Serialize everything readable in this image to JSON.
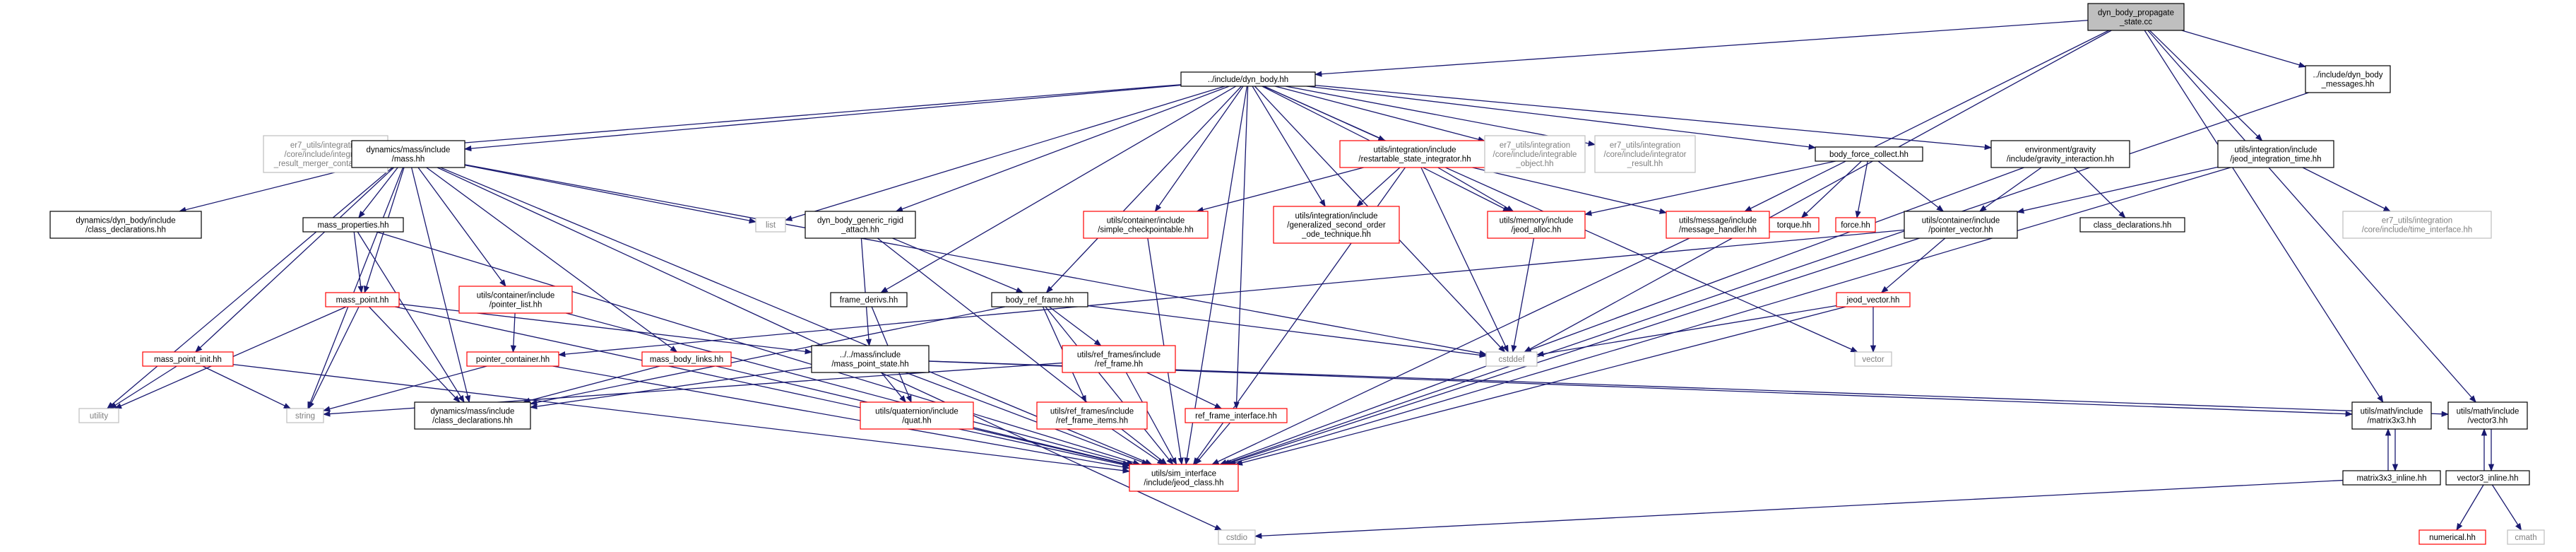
{
  "diagram": {
    "colors": {
      "edge": "#191970",
      "root_fill": "#bfbfbf",
      "normal_border": "#000000",
      "warning_border": "#ff0000",
      "external_border": "#bfbfbf",
      "external_text": "#7f7f7f"
    },
    "nodes": [
      {
        "id": "root",
        "lines": [
          "dyn_body_propagate",
          "_state.cc"
        ],
        "style": "root"
      },
      {
        "id": "dynbody",
        "lines": [
          "../include/dyn_body.hh"
        ],
        "style": "normal"
      },
      {
        "id": "dynbodymsg",
        "lines": [
          "../include/dyn_body",
          "_messages.hh"
        ],
        "style": "normal"
      },
      {
        "id": "er7merger",
        "lines": [
          "er7_utils/integration",
          "/core/include/integrator",
          "_result_merger_container.hh"
        ],
        "style": "external"
      },
      {
        "id": "mass",
        "lines": [
          "dynamics/mass/include",
          "/mass.hh"
        ],
        "style": "normal"
      },
      {
        "id": "restart",
        "lines": [
          "utils/integration/include",
          "/restartable_state_integrator.hh"
        ],
        "style": "warning"
      },
      {
        "id": "er7integ",
        "lines": [
          "er7_utils/integration",
          "/core/include/integrable",
          "_object.hh"
        ],
        "style": "external"
      },
      {
        "id": "er7result",
        "lines": [
          "er7_utils/integration",
          "/core/include/integrator",
          "_result.hh"
        ],
        "style": "external"
      },
      {
        "id": "bodyforce",
        "lines": [
          "body_force_collect.hh"
        ],
        "style": "normal"
      },
      {
        "id": "gravity",
        "lines": [
          "environment/gravity",
          "/include/gravity_interaction.hh"
        ],
        "style": "normal"
      },
      {
        "id": "jeodtime",
        "lines": [
          "utils/integration/include",
          "/jeod_integration_time.hh"
        ],
        "style": "normal"
      },
      {
        "id": "dyndecl",
        "lines": [
          "dynamics/dyn_body/include",
          "/class_declarations.hh"
        ],
        "style": "normal"
      },
      {
        "id": "massprop",
        "lines": [
          "mass_properties.hh"
        ],
        "style": "normal"
      },
      {
        "id": "list",
        "lines": [
          "list"
        ],
        "style": "external"
      },
      {
        "id": "rigid",
        "lines": [
          "dyn_body_generic_rigid",
          "_attach.hh"
        ],
        "style": "normal"
      },
      {
        "id": "simplecp",
        "lines": [
          "utils/container/include",
          "/simple_checkpointable.hh"
        ],
        "style": "warning"
      },
      {
        "id": "gensecond",
        "lines": [
          "utils/integration/include",
          "/generalized_second_order",
          "_ode_technique.hh"
        ],
        "style": "warning"
      },
      {
        "id": "jeodalloc",
        "lines": [
          "utils/memory/include",
          "/jeod_alloc.hh"
        ],
        "style": "warning"
      },
      {
        "id": "msghandler",
        "lines": [
          "utils/message/include",
          "/message_handler.hh"
        ],
        "style": "warning"
      },
      {
        "id": "torque",
        "lines": [
          "torque.hh"
        ],
        "style": "warning"
      },
      {
        "id": "force",
        "lines": [
          "force.hh"
        ],
        "style": "warning"
      },
      {
        "id": "pointervec",
        "lines": [
          "utils/container/include",
          "/pointer_vector.hh"
        ],
        "style": "normal"
      },
      {
        "id": "classdecl",
        "lines": [
          "class_declarations.hh"
        ],
        "style": "normal"
      },
      {
        "id": "er7time",
        "lines": [
          "er7_utils/integration",
          "/core/include/time_interface.hh"
        ],
        "style": "external"
      },
      {
        "id": "masspoint",
        "lines": [
          "mass_point.hh"
        ],
        "style": "warning"
      },
      {
        "id": "pointerlist",
        "lines": [
          "utils/container/include",
          "/pointer_list.hh"
        ],
        "style": "warning"
      },
      {
        "id": "framederivs",
        "lines": [
          "frame_derivs.hh"
        ],
        "style": "normal"
      },
      {
        "id": "bodyref",
        "lines": [
          "body_ref_frame.hh"
        ],
        "style": "normal"
      },
      {
        "id": "jeodvector",
        "lines": [
          "jeod_vector.hh"
        ],
        "style": "warning"
      },
      {
        "id": "masspointinit",
        "lines": [
          "mass_point_init.hh"
        ],
        "style": "warning"
      },
      {
        "id": "pointercont",
        "lines": [
          "pointer_container.hh"
        ],
        "style": "warning"
      },
      {
        "id": "massbodylinks",
        "lines": [
          "mass_body_links.hh"
        ],
        "style": "warning"
      },
      {
        "id": "mpstate",
        "lines": [
          "../../mass/include",
          "/mass_point_state.hh"
        ],
        "style": "normal"
      },
      {
        "id": "refframeinc",
        "lines": [
          "utils/ref_frames/include",
          "/ref_frame.hh"
        ],
        "style": "warning"
      },
      {
        "id": "cstddef",
        "lines": [
          "cstddef"
        ],
        "style": "external"
      },
      {
        "id": "vector",
        "lines": [
          "vector"
        ],
        "style": "external"
      },
      {
        "id": "utility",
        "lines": [
          "utility"
        ],
        "style": "external"
      },
      {
        "id": "string",
        "lines": [
          "string"
        ],
        "style": "external"
      },
      {
        "id": "massdecl",
        "lines": [
          "dynamics/mass/include",
          "/class_declarations.hh"
        ],
        "style": "normal"
      },
      {
        "id": "quat",
        "lines": [
          "utils/quaternion/include",
          "/quat.hh"
        ],
        "style": "warning"
      },
      {
        "id": "refitems",
        "lines": [
          "utils/ref_frames/include",
          "/ref_frame_items.hh"
        ],
        "style": "warning"
      },
      {
        "id": "refiface",
        "lines": [
          "ref_frame_interface.hh"
        ],
        "style": "warning"
      },
      {
        "id": "matrix3",
        "lines": [
          "utils/math/include",
          "/matrix3x3.hh"
        ],
        "style": "normal"
      },
      {
        "id": "vector3",
        "lines": [
          "utils/math/include",
          "/vector3.hh"
        ],
        "style": "normal"
      },
      {
        "id": "jeodclass",
        "lines": [
          "utils/sim_interface",
          "/include/jeod_class.hh"
        ],
        "style": "warning"
      },
      {
        "id": "m3inline",
        "lines": [
          "matrix3x3_inline.hh"
        ],
        "style": "normal"
      },
      {
        "id": "v3inline",
        "lines": [
          "vector3_inline.hh"
        ],
        "style": "normal"
      },
      {
        "id": "cstdio",
        "lines": [
          "cstdio"
        ],
        "style": "external"
      },
      {
        "id": "numerical",
        "lines": [
          "numerical.hh"
        ],
        "style": "warning"
      },
      {
        "id": "cmath",
        "lines": [
          "cmath"
        ],
        "style": "external"
      }
    ],
    "edges": [
      [
        "root",
        "dynbody"
      ],
      [
        "root",
        "dynbodymsg"
      ],
      [
        "root",
        "cstddef"
      ],
      [
        "root",
        "jeodtime"
      ],
      [
        "root",
        "msghandler"
      ],
      [
        "root",
        "matrix3"
      ],
      [
        "root",
        "vector3"
      ],
      [
        "dynbody",
        "mass"
      ],
      [
        "dynbody",
        "restart"
      ],
      [
        "dynbody",
        "er7integ"
      ],
      [
        "dynbody",
        "er7result"
      ],
      [
        "dynbody",
        "bodyforce"
      ],
      [
        "dynbody",
        "gravity"
      ],
      [
        "dynbody",
        "list"
      ],
      [
        "dynbody",
        "rigid"
      ],
      [
        "dynbody",
        "simplecp"
      ],
      [
        "dynbody",
        "gensecond"
      ],
      [
        "dynbody",
        "jeodalloc"
      ],
      [
        "dynbody",
        "framederivs"
      ],
      [
        "dynbody",
        "bodyref"
      ],
      [
        "dynbody",
        "refiface"
      ],
      [
        "dynbody",
        "jeodclass"
      ],
      [
        "dynbody",
        "vector"
      ],
      [
        "dynbody",
        "cstddef"
      ],
      [
        "dynbody",
        "er7merger"
      ],
      [
        "dynbodymsg",
        "jeodclass"
      ],
      [
        "mass",
        "dyndecl"
      ],
      [
        "mass",
        "massprop"
      ],
      [
        "mass",
        "list"
      ],
      [
        "mass",
        "masspoint"
      ],
      [
        "mass",
        "pointerlist"
      ],
      [
        "mass",
        "massbodylinks"
      ],
      [
        "mass",
        "masspointinit"
      ],
      [
        "mass",
        "utility"
      ],
      [
        "mass",
        "string"
      ],
      [
        "mass",
        "massdecl"
      ],
      [
        "mass",
        "jeodclass"
      ],
      [
        "mass",
        "cstddef"
      ],
      [
        "mass",
        "cstdio"
      ],
      [
        "restart",
        "simplecp"
      ],
      [
        "restart",
        "gensecond"
      ],
      [
        "restart",
        "jeodalloc"
      ],
      [
        "restart",
        "msghandler"
      ],
      [
        "restart",
        "cstddef"
      ],
      [
        "restart",
        "jeodclass"
      ],
      [
        "bodyforce",
        "jeodalloc"
      ],
      [
        "bodyforce",
        "torque"
      ],
      [
        "bodyforce",
        "force"
      ],
      [
        "bodyforce",
        "pointervec"
      ],
      [
        "gravity",
        "pointervec"
      ],
      [
        "gravity",
        "classdecl"
      ],
      [
        "gravity",
        "jeodclass"
      ],
      [
        "jeodtime",
        "pointervec"
      ],
      [
        "jeodtime",
        "er7time"
      ],
      [
        "jeodtime",
        "jeodclass"
      ],
      [
        "massprop",
        "masspoint"
      ],
      [
        "massprop",
        "massdecl"
      ],
      [
        "massprop",
        "jeodclass"
      ],
      [
        "rigid",
        "bodyref"
      ],
      [
        "rigid",
        "mpstate"
      ],
      [
        "rigid",
        "jeodclass"
      ],
      [
        "simplecp",
        "jeodclass"
      ],
      [
        "jeodalloc",
        "cstddef"
      ],
      [
        "msghandler",
        "jeodclass"
      ],
      [
        "pointervec",
        "jeodvector"
      ],
      [
        "pointervec",
        "pointercont"
      ],
      [
        "pointervec",
        "jeodclass"
      ],
      [
        "masspoint",
        "mpstate"
      ],
      [
        "masspoint",
        "utility"
      ],
      [
        "masspoint",
        "string"
      ],
      [
        "masspoint",
        "massdecl"
      ],
      [
        "masspoint",
        "jeodclass"
      ],
      [
        "pointerlist",
        "pointercont"
      ],
      [
        "pointerlist",
        "jeodclass"
      ],
      [
        "framederivs",
        "quat"
      ],
      [
        "bodyref",
        "refframeinc"
      ],
      [
        "bodyref",
        "refitems"
      ],
      [
        "bodyref",
        "cstddef"
      ],
      [
        "bodyref",
        "massdecl"
      ],
      [
        "bodyref",
        "jeodclass"
      ],
      [
        "jeodvector",
        "cstddef"
      ],
      [
        "jeodvector",
        "vector"
      ],
      [
        "jeodvector",
        "jeodclass"
      ],
      [
        "masspointinit",
        "utility"
      ],
      [
        "masspointinit",
        "string"
      ],
      [
        "masspointinit",
        "jeodclass"
      ],
      [
        "pointercont",
        "string"
      ],
      [
        "pointercont",
        "jeodclass"
      ],
      [
        "massbodylinks",
        "massdecl"
      ],
      [
        "massbodylinks",
        "jeodclass"
      ],
      [
        "mpstate",
        "massdecl"
      ],
      [
        "mpstate",
        "quat"
      ],
      [
        "mpstate",
        "matrix3"
      ],
      [
        "mpstate",
        "vector3"
      ],
      [
        "mpstate",
        "jeodclass"
      ],
      [
        "refframeinc",
        "string"
      ],
      [
        "refframeinc",
        "refiface"
      ],
      [
        "refframeinc",
        "jeodclass"
      ],
      [
        "quat",
        "jeodclass"
      ],
      [
        "refitems",
        "jeodclass"
      ],
      [
        "refiface",
        "jeodclass"
      ],
      [
        "matrix3",
        "m3inline"
      ],
      [
        "m3inline",
        "matrix3"
      ],
      [
        "m3inline",
        "cstdio"
      ],
      [
        "vector3",
        "v3inline"
      ],
      [
        "v3inline",
        "vector3"
      ],
      [
        "v3inline",
        "numerical"
      ],
      [
        "v3inline",
        "cmath"
      ]
    ]
  }
}
